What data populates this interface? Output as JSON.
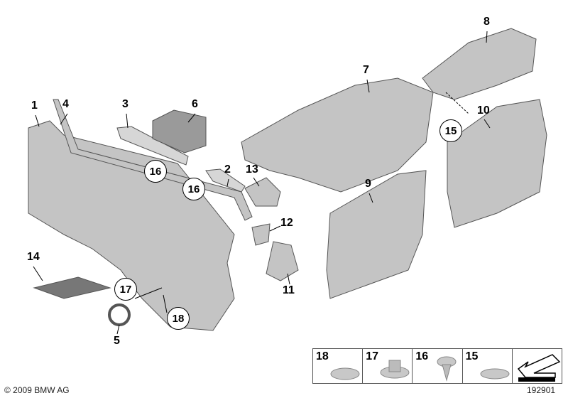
{
  "callouts": {
    "p1": "1",
    "p2": "2",
    "p3": "3",
    "p4": "4",
    "p5": "5",
    "p6": "6",
    "p7": "7",
    "p8": "8",
    "p9": "9",
    "p10": "10",
    "p11": "11",
    "p12": "12",
    "p13": "13",
    "p14": "14"
  },
  "circled": {
    "c15": "15",
    "c16a": "16",
    "c16b": "16",
    "c17": "17",
    "c18": "18"
  },
  "legend": {
    "items": [
      "18",
      "17",
      "16",
      "15"
    ]
  },
  "copyright": "© 2009 BMW AG",
  "diagram_number": "192901",
  "colors": {
    "part_fill": "#bdbdbd",
    "part_stroke": "#555555"
  }
}
